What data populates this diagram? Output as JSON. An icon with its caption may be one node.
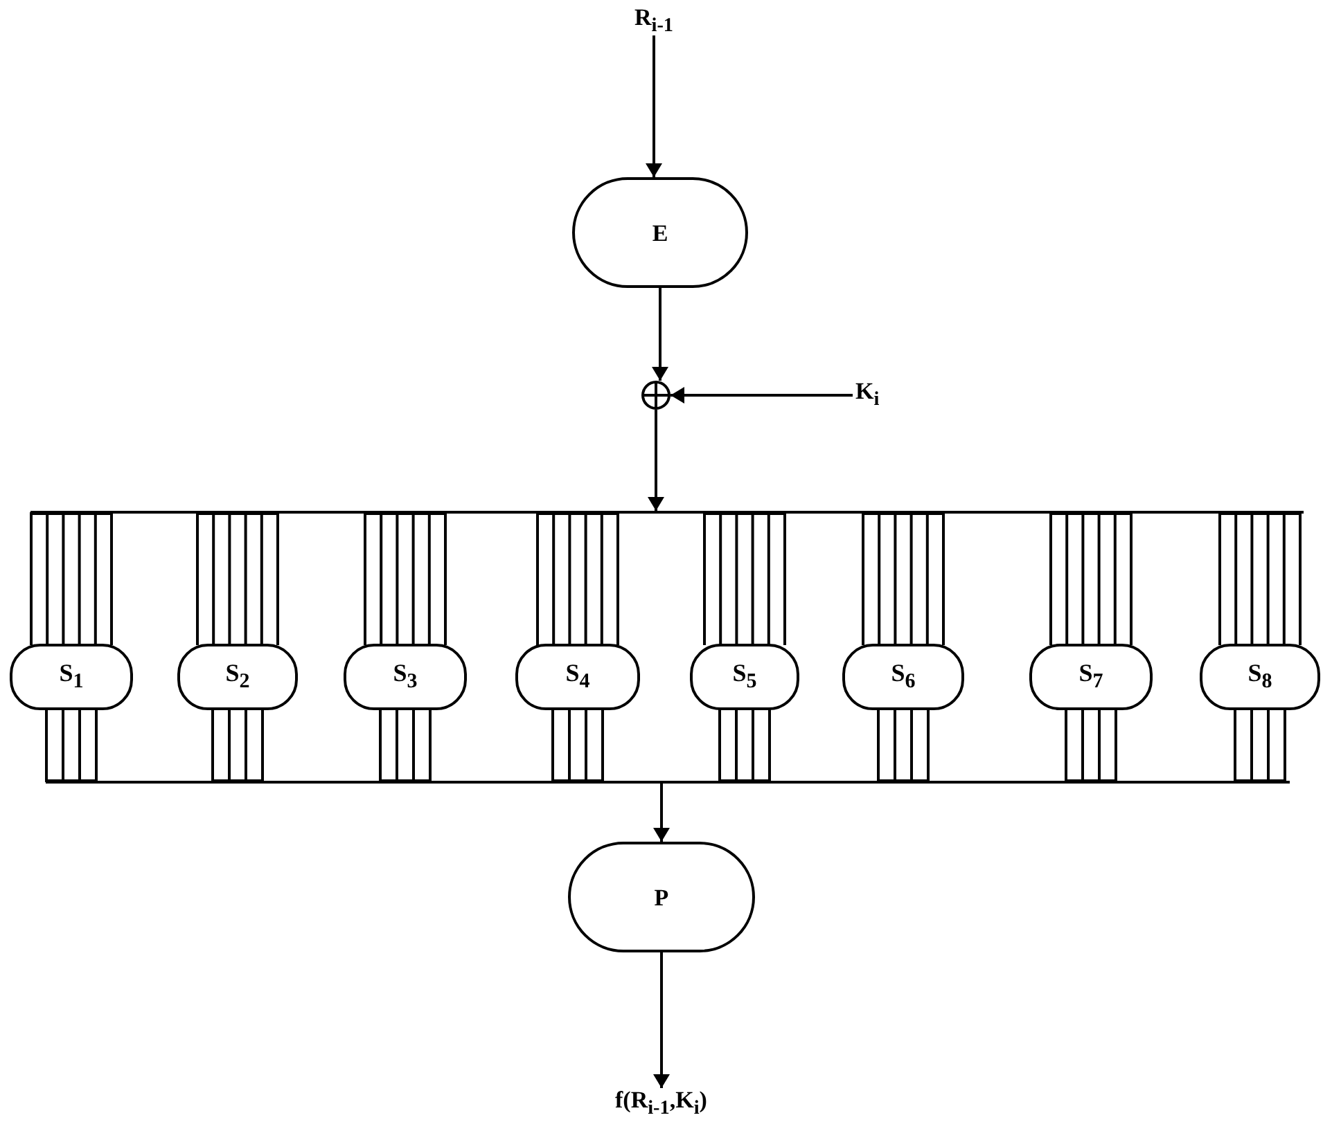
{
  "diagram": {
    "nodes": [
      {
        "text": [
          "R$_{i-1}$"
        ]
      },
      {
        "text": [
          "E"
        ]
      },
      {
        "text": [],
        "shape": "circle"
      },
      {
        "text": [
          "K$_{i}$"
        ]
      },
      {
        "text": [],
        "shape": "bar"
      },
      {
        "text": [
          "S$_{1}$"
        ]
      },
      {
        "text": [
          "S$_{2}$"
        ]
      },
      {
        "text": [
          "S$_{3}$"
        ]
      },
      {
        "text": [
          "S$_{4}$"
        ]
      },
      {
        "text": [
          "S$_{5}$"
        ]
      },
      {
        "text": [
          "S$_{6}$"
        ]
      },
      {
        "text": [
          "S$_{7}$"
        ]
      },
      {
        "text": [
          "S$_{8}$"
        ]
      },
      {
        "text": [],
        "shape": "bar"
      },
      {
        "text": [
          "P"
        ]
      },
      {
        "text": [
          "f(R$_{i-1}$,K$_{i}$)"
        ]
      }
    ],
    "edges": [
      {
        "from": 0,
        "to": 1,
        "arrow": "to"
      },
      {
        "from": 1,
        "to": 2,
        "arrow": "to"
      },
      {
        "from": 3,
        "to": 2,
        "arrow": "to"
      },
      {
        "from": 2,
        "to": 4,
        "arrow": "to"
      },
      {
        "from": 4,
        "to": 5,
        "arrow": "none"
      },
      {
        "from": 4,
        "to": 6,
        "arrow": "none"
      },
      {
        "from": 4,
        "to": 7,
        "arrow": "none"
      },
      {
        "from": 4,
        "to": 8,
        "arrow": "none"
      },
      {
        "from": 4,
        "to": 9,
        "arrow": "none"
      },
      {
        "from": 4,
        "to": 10,
        "arrow": "none"
      },
      {
        "from": 4,
        "to": 11,
        "arrow": "none"
      },
      {
        "from": 4,
        "to": 12,
        "arrow": "none"
      },
      {
        "from": 5,
        "to": 13,
        "arrow": "none"
      },
      {
        "from": 6,
        "to": 13,
        "arrow": "none"
      },
      {
        "from": 7,
        "to": 13,
        "arrow": "none"
      },
      {
        "from": 8,
        "to": 13,
        "arrow": "none"
      },
      {
        "from": 9,
        "to": 13,
        "arrow": "none"
      },
      {
        "from": 10,
        "to": 13,
        "arrow": "none"
      },
      {
        "from": 11,
        "to": 13,
        "arrow": "none"
      },
      {
        "from": 12,
        "to": 13,
        "arrow": "none"
      },
      {
        "from": 13,
        "to": 14,
        "arrow": "to"
      },
      {
        "from": 14,
        "to": 15,
        "arrow": "to"
      }
    ]
  }
}
